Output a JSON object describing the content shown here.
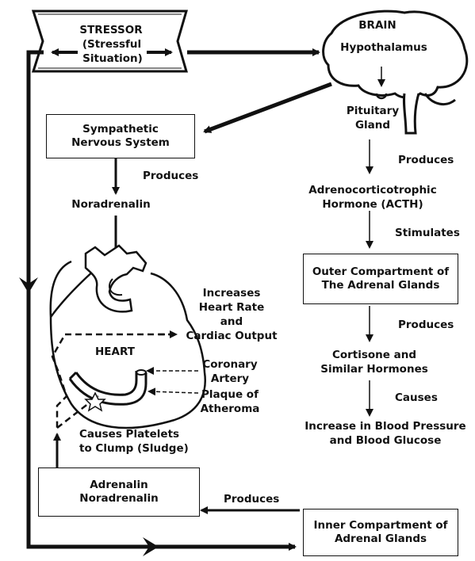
{
  "stressor": {
    "title": "STRESSOR",
    "line2": "(Stressful",
    "line3": "Situation)"
  },
  "brain": {
    "title": "BRAIN",
    "hypothalamus": "Hypothalamus",
    "pituitary_1": "Pituitary",
    "pituitary_2": "Gland"
  },
  "left": {
    "sns_1": "Sympathetic",
    "sns_2": "Nervous System",
    "produces": "Produces",
    "noradrenalin": "Noradrenalin",
    "heart": "HEART",
    "increases_1": "Increases",
    "increases_2": "Heart Rate",
    "increases_3": "and",
    "increases_4": "Cardiac Output",
    "coronary_1": "Coronary",
    "coronary_2": "Artery",
    "plaque_1": "Plaque of",
    "plaque_2": "Atheroma",
    "platelets_1": "Causes Platelets",
    "platelets_2": "to Clump (Sludge)",
    "adrenalin_1": "Adrenalin",
    "adrenalin_2": "Noradrenalin"
  },
  "right": {
    "produces_1": "Produces",
    "acth_1": "Adrenocorticotrophic",
    "acth_2": "Hormone (ACTH)",
    "stimulates": "Stimulates",
    "outer_1": "Outer Compartment of",
    "outer_2": "The Adrenal Glands",
    "produces_2": "Produces",
    "cortisone_1": "Cortisone and",
    "cortisone_2": "Similar Hormones",
    "causes": "Causes",
    "increase_1": "Increase in Blood Pressure",
    "increase_2": "and Blood Glucose",
    "produces_3": "Produces",
    "inner_1": "Inner Compartment of",
    "inner_2": "Adrenal Glands"
  }
}
